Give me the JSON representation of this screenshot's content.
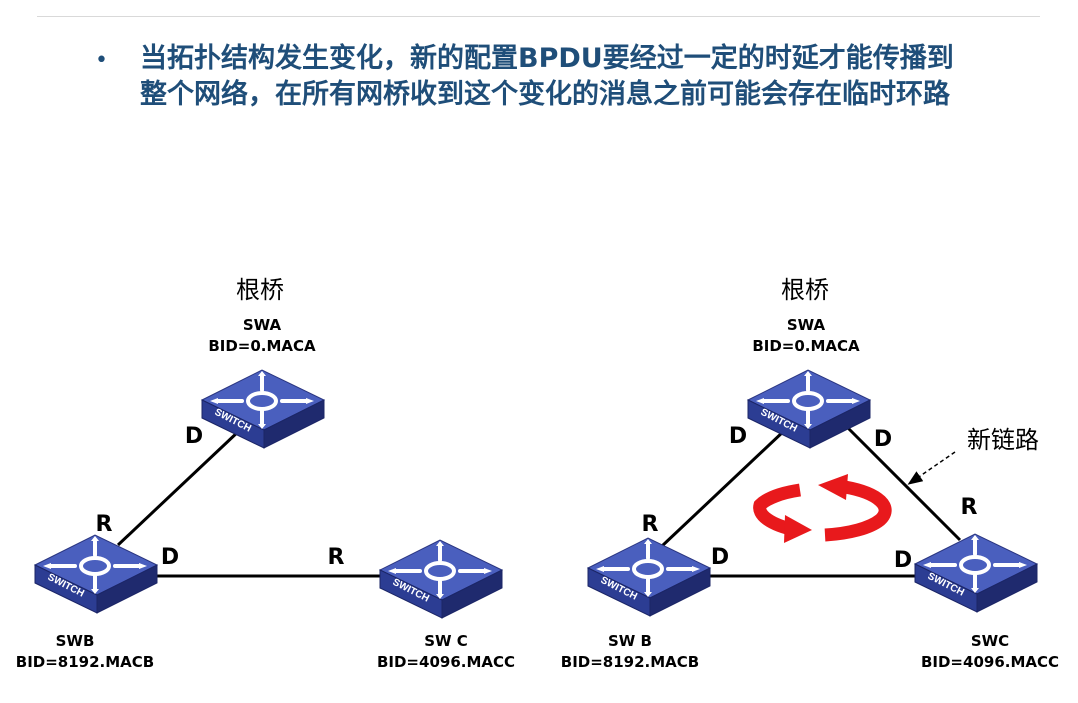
{
  "slide": {
    "bullet_char": "•",
    "bullet_text": "当拓扑结构发生变化，新的配置BPDU要经过一定的时延才能传播到整个网络，在所有网桥收到这个变化的消息之前可能会存在临时环路"
  },
  "left_diagram": {
    "root_label": "根桥",
    "swa": {
      "name": "SWA",
      "bid": "BID=0.MACA",
      "icon_text": "SWITCH"
    },
    "swb": {
      "name": "SWB",
      "bid": "BID=8192.MACB",
      "icon_text": "SWITCH"
    },
    "swc": {
      "name": "SW C",
      "bid": "BID=4096.MACC",
      "icon_text": "SWITCH"
    },
    "port_a_b": "D",
    "port_b_a": "R",
    "port_b_c": "D",
    "port_c_b": "R"
  },
  "right_diagram": {
    "root_label": "根桥",
    "swa": {
      "name": "SWA",
      "bid": "BID=0.MACA",
      "icon_text": "SWITCH"
    },
    "swb": {
      "name": "SW B",
      "bid": "BID=8192.MACB",
      "icon_text": "SWITCH"
    },
    "swc": {
      "name": "SWC",
      "bid": "BID=4096.MACC",
      "icon_text": "SWITCH"
    },
    "port_a_b": "D",
    "port_a_c": "D",
    "port_b_a": "R",
    "port_b_c": "D",
    "port_c_b": "D",
    "port_c_a": "R",
    "new_link_label": "新链路"
  },
  "colors": {
    "title_text": "#1f4e79",
    "switch_body": "#3a4fa8",
    "switch_side": "#1f2a6e",
    "loop_arrow": "#e8191c",
    "link": "#000000"
  },
  "icons": [
    "switch-icon",
    "loop-arrow-icon",
    "dashed-arrow-icon"
  ]
}
